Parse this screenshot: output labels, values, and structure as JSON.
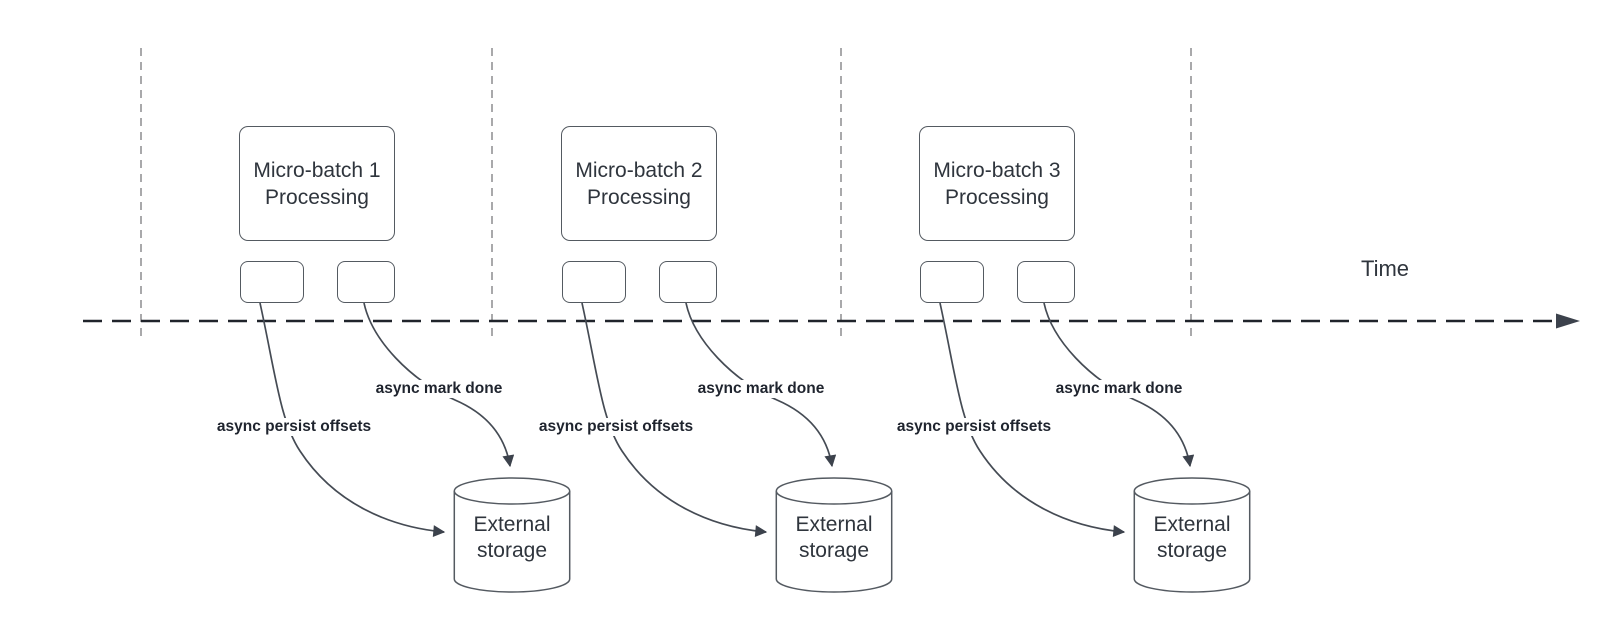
{
  "diagram": {
    "time_axis": {
      "label": "Time"
    },
    "groups": [
      {
        "title": "Micro-batch 1",
        "subtitle": "Processing",
        "persist_label": "async persist offsets",
        "mark_done_label": "async mark done",
        "storage": {
          "line1": "External",
          "line2": "storage"
        }
      },
      {
        "title": "Micro-batch 2",
        "subtitle": "Processing",
        "persist_label": "async persist offsets",
        "mark_done_label": "async mark done",
        "storage": {
          "line1": "External",
          "line2": "storage"
        }
      },
      {
        "title": "Micro-batch 3",
        "subtitle": "Processing",
        "persist_label": "async persist offsets",
        "mark_done_label": "async mark done",
        "storage": {
          "line1": "External",
          "line2": "storage"
        }
      }
    ],
    "colors": {
      "background": "#ffffff",
      "shape_border": "#545a61",
      "shape_text": "#2f353d",
      "arrow_stroke": "#454b54",
      "arrow_fill": "#3c424c",
      "bold_label": "#1f242e",
      "axis_dash": "#20242b",
      "gridline": "#a9a9ab"
    }
  }
}
